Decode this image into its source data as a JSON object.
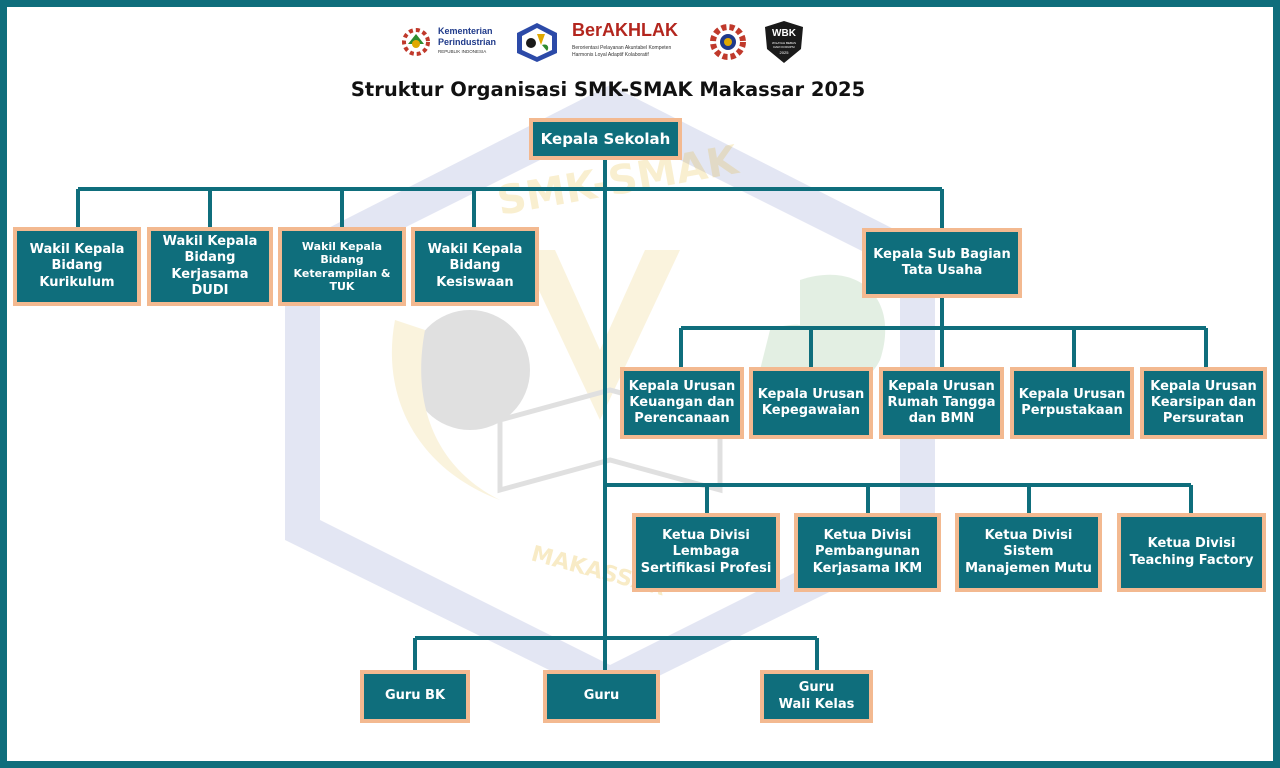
{
  "title": "Struktur Organisasi SMK-SMAK Makassar 2025",
  "logos": {
    "kemenperin": {
      "line1": "Kementerian",
      "line2": "Perindustrian",
      "line3": "REPUBLIK INDONESIA"
    },
    "berakhlak": {
      "name": "BerAKHLAK",
      "tag1": "Berorientasi Pelayanan Akuntabel Kompeten",
      "tag2": "Harmonis Loyal Adaptif Kolaboratif"
    },
    "wbk": {
      "label": "WBK",
      "small": "WILAYAH BEBAS DARI KORUPSI",
      "year": "2025"
    }
  },
  "watermark": {
    "arc_top": "SMK-SMAK",
    "arc_bottom": "MAKASSAR"
  },
  "nodes": {
    "kepala": "Kepala Sekolah",
    "wk_kurikulum": "Wakil Kepala\nBidang\nKurikulum",
    "wk_dudi": "Wakil Kepala\nBidang\nKerjasama DUDI",
    "wk_tuk": "Wakil Kepala\nBidang\nKeterampilan &\nTUK",
    "wk_kesiswaan": "Wakil Kepala\nBidang\nKesiswaan",
    "ksb_tu": "Kepala Sub Bagian\nTata Usaha",
    "ku_keuangan": "Kepala Urusan\nKeuangan dan\nPerencanaan",
    "ku_pegawai": "Kepala Urusan\nKepegawaian",
    "ku_rt": "Kepala Urusan\nRumah Tangga\ndan BMN",
    "ku_perpus": "Kepala Urusan\nPerpustakaan",
    "ku_arsip": "Kepala Urusan\nKearsipan dan\nPersuratan",
    "kd_lsp": "Ketua Divisi\nLembaga\nSertifikasi Profesi",
    "kd_ikm": "Ketua Divisi\nPembangunan\nKerjasama IKM",
    "kd_smm": "Ketua Divisi\nSistem\nManajemen Mutu",
    "kd_tefa": "Ketua Divisi\nTeaching Factory",
    "guru_bk": "Guru BK",
    "guru": "Guru",
    "guru_wali": "Guru\nWali Kelas"
  },
  "colors": {
    "box_fill": "#0f6e7c",
    "box_border": "#f3b990",
    "line": "#0f6e7c",
    "frame": "#0f6e7c"
  }
}
